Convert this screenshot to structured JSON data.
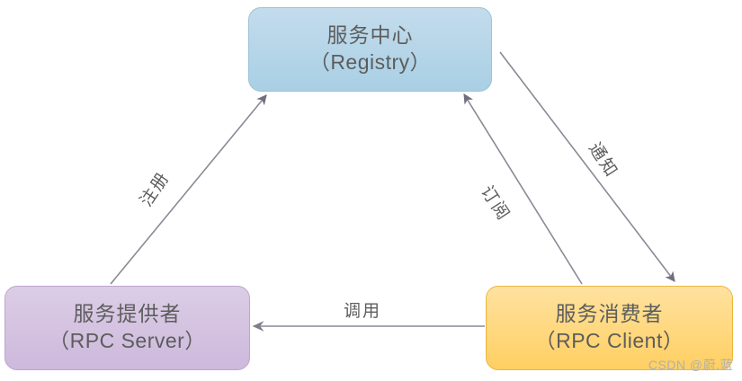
{
  "diagram": {
    "title": "RPC service registry diagram",
    "background": "#ffffff",
    "nodes": [
      {
        "id": "registry",
        "line1": "服务中心",
        "line2": "（Registry）",
        "fill": "#b6d6e8",
        "border": "#9cc3da",
        "text_color": "#5d5d5d"
      },
      {
        "id": "provider",
        "line1": "服务提供者",
        "line2": "（RPC  Server）",
        "fill": "#d4c3e1",
        "border": "#bda5cd",
        "text_color": "#5d5d5d"
      },
      {
        "id": "consumer",
        "line1": "服务消费者",
        "line2": "（RPC  Client）",
        "fill": "#ffd779",
        "border": "#edb53d",
        "text_color": "#5d5d5d"
      }
    ],
    "edges": [
      {
        "id": "register",
        "label": "注册",
        "from": "provider",
        "to": "registry",
        "direction": "up-right",
        "color": "#8a8a96"
      },
      {
        "id": "subscribe",
        "label": "订阅",
        "from": "consumer",
        "to": "registry",
        "direction": "up-left",
        "color": "#8a8a96"
      },
      {
        "id": "notify",
        "label": "通知",
        "from": "registry",
        "to": "consumer",
        "direction": "down-right",
        "color": "#8a8a96"
      },
      {
        "id": "invoke",
        "label": "调用",
        "from": "consumer",
        "to": "provider",
        "direction": "left",
        "color": "#8a8a96"
      }
    ],
    "watermark": "CSDN @蔚.蓝"
  }
}
